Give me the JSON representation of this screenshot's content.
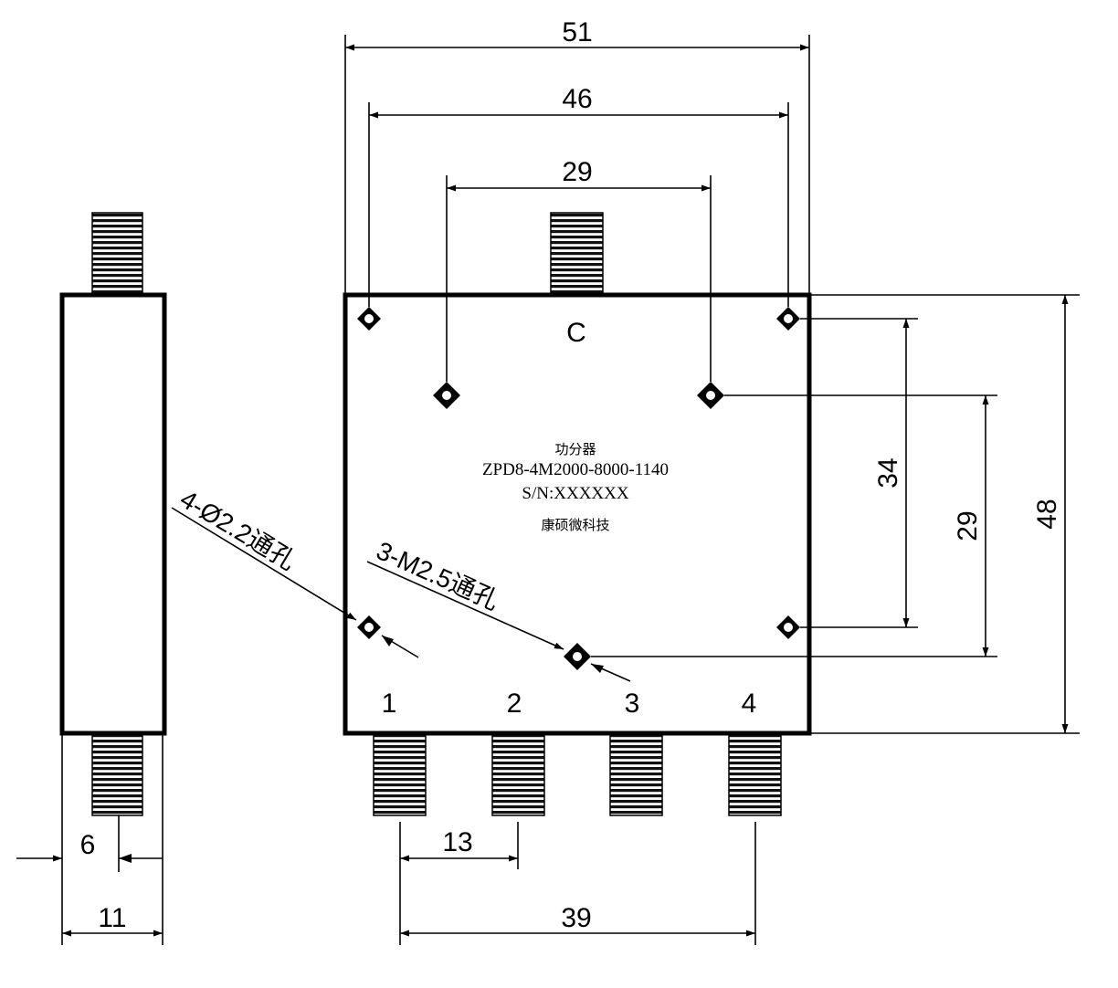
{
  "dimensions": {
    "top_overall": "51",
    "top_mount_holes": "46",
    "top_inner_holes": "29",
    "right_inner": "34",
    "right_middle": "29",
    "right_overall": "48",
    "bottom_port_pitch": "13",
    "bottom_port_span": "39",
    "side_connector": "6",
    "side_thickness": "11"
  },
  "ports": {
    "input": "C",
    "outputs": [
      "1",
      "2",
      "3",
      "4"
    ]
  },
  "label_plate": {
    "line1": "功分器",
    "line2": "ZPD8-4M2000-8000-1140",
    "line3": "S/N:XXXXXX",
    "line4": "康硕微科技"
  },
  "callouts": {
    "through_holes": "4-Ø2.2通孔",
    "threaded_holes": "3-M2.5通孔"
  },
  "colors": {
    "line": "#000000",
    "background": "#ffffff"
  }
}
